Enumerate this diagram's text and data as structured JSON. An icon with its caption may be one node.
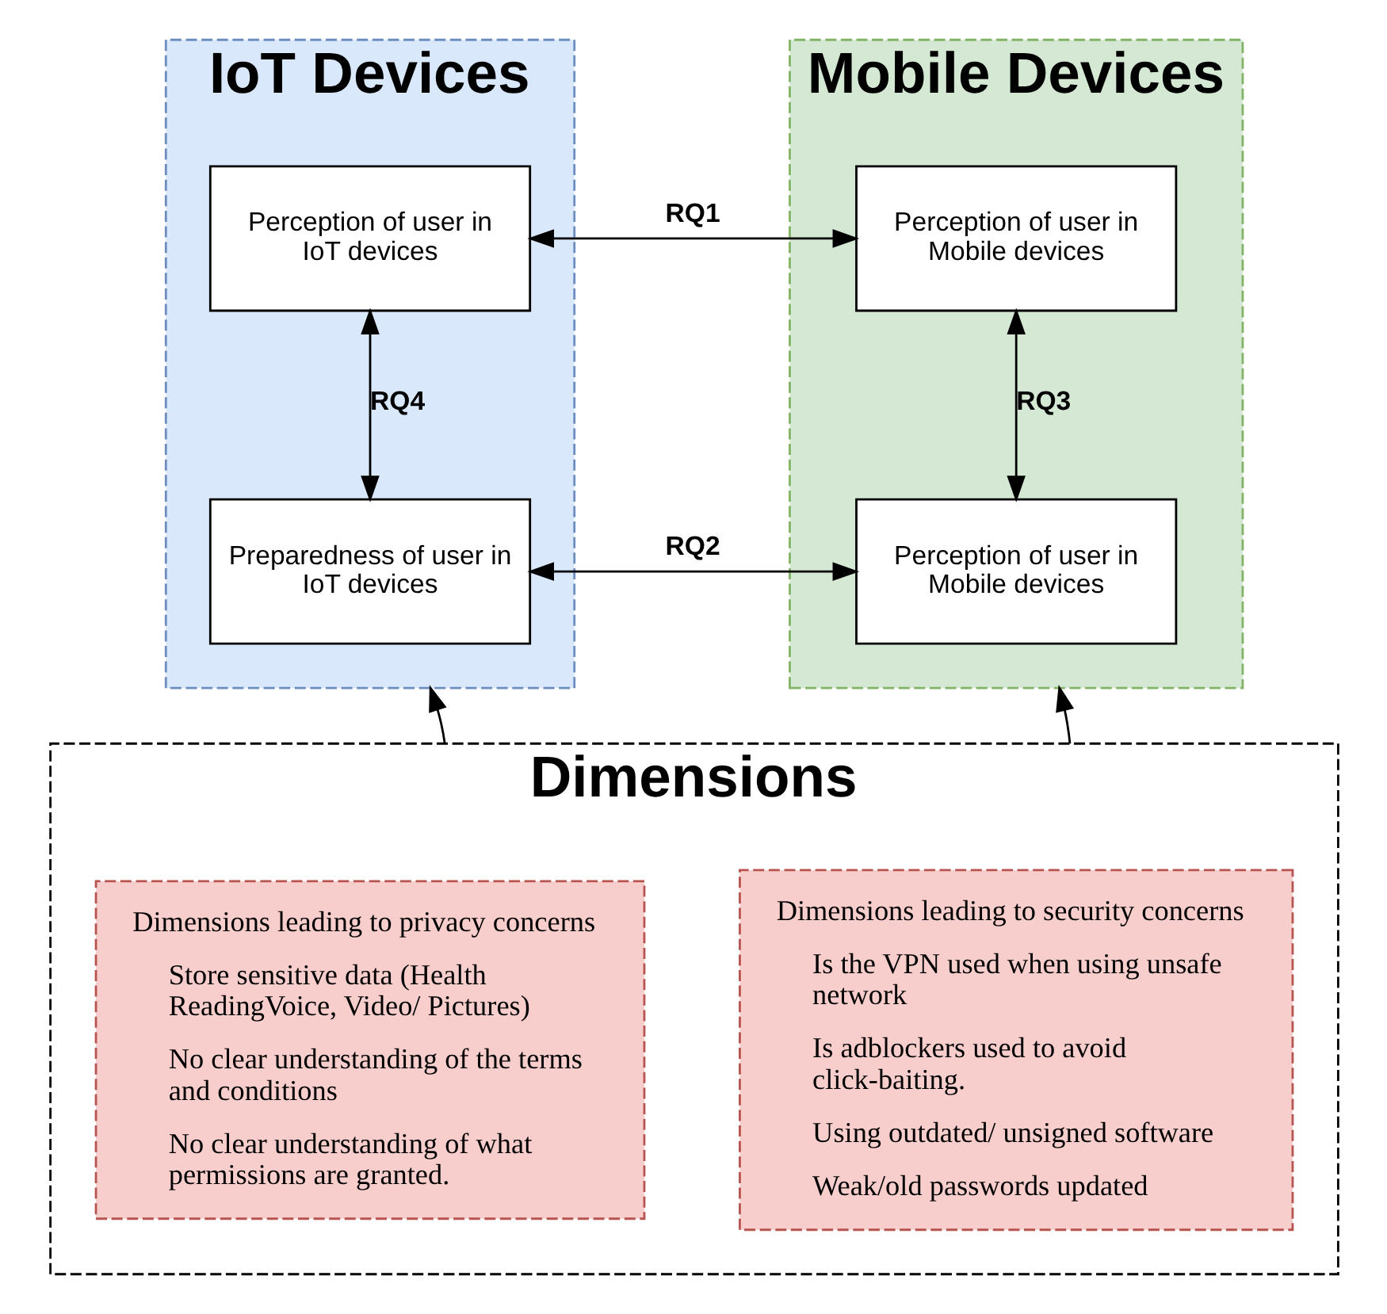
{
  "diagram": {
    "nodes": [
      {
        "text": [
          "IoT Devices"
        ]
      },
      {
        "text": [
          "Perception of user in IoT devices"
        ],
        "in": 0
      },
      {
        "text": [
          "Preparedness of user in IoT devices"
        ],
        "in": 0
      },
      {
        "text": [
          "Mobile Devices"
        ]
      },
      {
        "text": [
          "Perception of user in Mobile devices"
        ],
        "in": 3
      },
      {
        "text": [
          "Perception of user in Mobile devices"
        ],
        "in": 3
      },
      {
        "text": [
          "Dimensions"
        ]
      },
      {
        "text": [
          "Dimensions leading to privacy concerns",
          "Store sensitive data (Health ReadingVoice, Video/ Pictures)",
          "No clear understanding of the terms and conditions",
          "No clear understanding of what permissions are granted."
        ],
        "in": 6
      },
      {
        "text": [
          "Dimensions leading to security concerns",
          "Is the VPN used when using unsafe network",
          "Is adblockers used to avoid click-baiting.",
          "Using outdated/ unsigned software",
          "Weak/old passwords updated"
        ],
        "in": 6
      }
    ],
    "edges": [
      {
        "from": 1,
        "to": 4,
        "arrow": "both",
        "label": "RQ1"
      },
      {
        "from": 2,
        "to": 5,
        "arrow": "both",
        "label": "RQ2"
      },
      {
        "from": 4,
        "to": 5,
        "arrow": "both",
        "label": "RQ3"
      },
      {
        "from": 1,
        "to": 2,
        "arrow": "both",
        "label": "RQ4"
      },
      {
        "from": 6,
        "to": 0,
        "arrow": "to"
      },
      {
        "from": 6,
        "to": 3,
        "arrow": "to"
      }
    ]
  }
}
